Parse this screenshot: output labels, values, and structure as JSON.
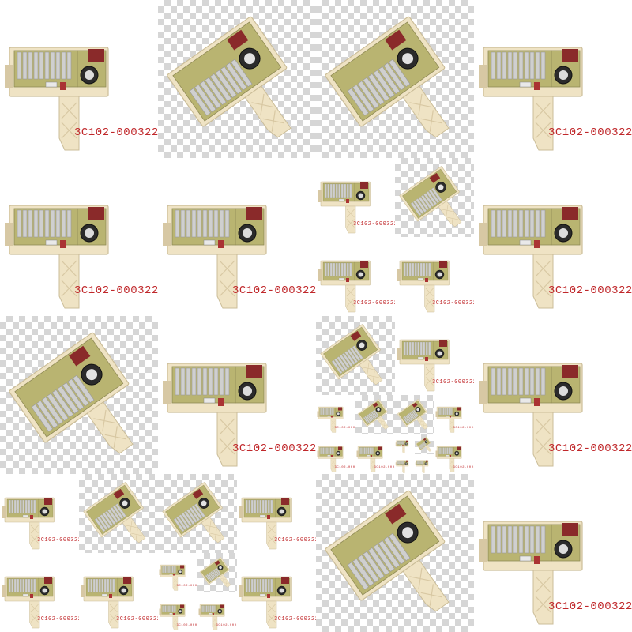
{
  "mosaic": {
    "part_number": "3C102-000322",
    "colors": {
      "label_red": "#c0282b",
      "housing_cream": "#efe3c4",
      "pcb_olive": "#b9b471",
      "heatsink_silver": "#cfcfcf",
      "relay_maroon": "#8a2a2a",
      "capacitor_dark": "#2b2b2b"
    },
    "photo_styles": [
      "front-view-labeled",
      "angled-view-transparent-bg"
    ]
  }
}
